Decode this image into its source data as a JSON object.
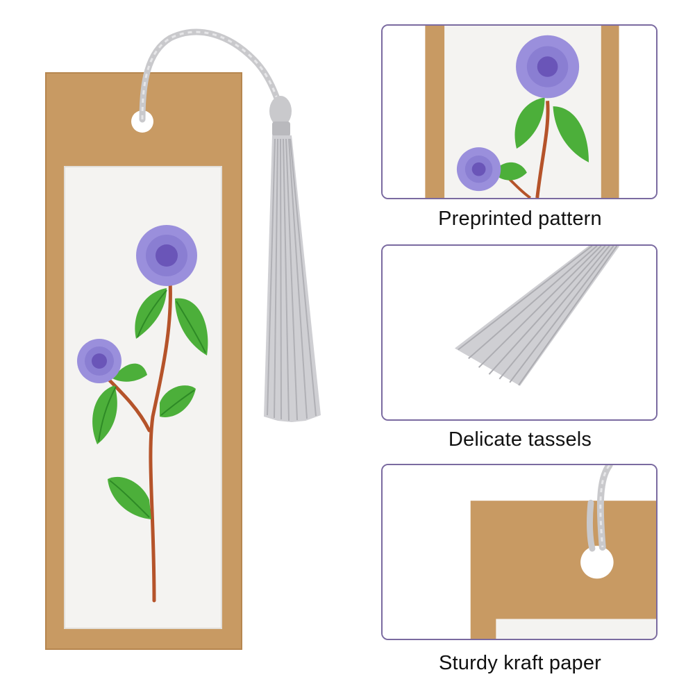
{
  "image": {
    "main_item": "embroidered-bookmark",
    "colors": {
      "kraft": "#c89a63",
      "kraft_dark": "#b6864f",
      "linen": "#f4f3f1",
      "petal": "#9a8fdc",
      "petal_center": "#6a55b8",
      "leaf": "#4caf3a",
      "leaf_dark": "#2e8a26",
      "stem": "#b5532a",
      "tassel": "#c9c9cc",
      "frame": "#7a6aa0"
    }
  },
  "callouts": [
    {
      "caption": "Preprinted pattern"
    },
    {
      "caption": "Delicate tassels"
    },
    {
      "caption": "Sturdy kraft paper"
    }
  ]
}
